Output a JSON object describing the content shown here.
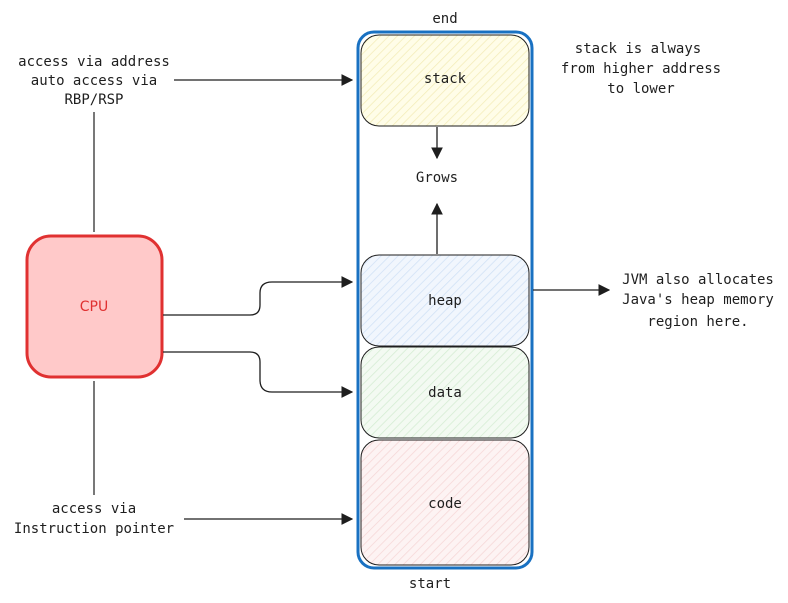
{
  "top_label": "end",
  "bottom_label": "start",
  "blocks": {
    "stack": "stack",
    "heap": "heap",
    "data": "data",
    "code": "code"
  },
  "grows_label": "Grows",
  "cpu_label": "CPU",
  "notes": {
    "access_address": [
      "access via address",
      "auto access via",
      "RBP/RSP"
    ],
    "stack_direction": [
      "stack is always",
      "from higher address",
      "to lower"
    ],
    "jvm": [
      "JVM also allocates",
      "Java's heap memory",
      "region here."
    ],
    "instruction_pointer": [
      "access via",
      "Instruction pointer"
    ]
  },
  "colors": {
    "container_border": "#1971c2",
    "cpu_border": "#e03131",
    "cpu_fill": "#ffc9c9",
    "cpu_text": "#e03131",
    "stack_fill": "#fffbe0",
    "heap_fill": "#e7f0fb",
    "data_fill": "#ebf6ea",
    "code_fill": "#fdeeee",
    "stroke": "#1e1e1e"
  }
}
